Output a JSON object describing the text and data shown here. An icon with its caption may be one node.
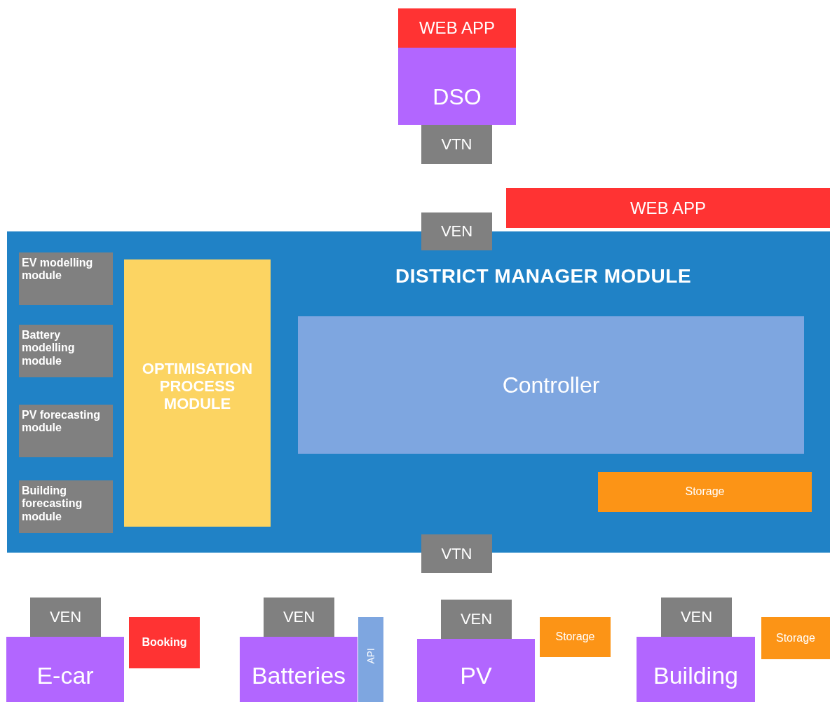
{
  "diagram": {
    "nodes": [
      {
        "text": [
          "WEB APP"
        ]
      },
      {
        "text": [
          "DSO"
        ]
      },
      {
        "text": [
          "VTN"
        ]
      },
      {
        "text": [
          "WEB APP"
        ]
      },
      {
        "text": [
          "VEN"
        ]
      },
      {
        "text": [
          "DISTRICT MANAGER MODULE"
        ]
      },
      {
        "text": [
          "EV modelling module"
        ],
        "in": 5
      },
      {
        "text": [
          "Battery modelling module"
        ],
        "in": 5
      },
      {
        "text": [
          "PV forecasting module"
        ],
        "in": 5
      },
      {
        "text": [
          "Building forecasting module"
        ],
        "in": 5
      },
      {
        "text": [
          "OPTIMISATION PROCESS MODULE"
        ],
        "in": 5
      },
      {
        "text": [
          "Controller"
        ],
        "in": 5
      },
      {
        "text": [
          "Storage"
        ],
        "in": 5
      },
      {
        "text": [
          "VTN"
        ]
      },
      {
        "text": [
          "VEN"
        ]
      },
      {
        "text": [
          "E-car"
        ]
      },
      {
        "text": [
          "Booking"
        ]
      },
      {
        "text": [
          "VEN"
        ]
      },
      {
        "text": [
          "Batteries"
        ]
      },
      {
        "text": [
          "API"
        ]
      },
      {
        "text": [
          "VEN"
        ]
      },
      {
        "text": [
          "PV"
        ]
      },
      {
        "text": [
          "Storage"
        ]
      },
      {
        "text": [
          "VEN"
        ]
      },
      {
        "text": [
          "Building"
        ]
      },
      {
        "text": [
          "Storage"
        ]
      }
    ]
  }
}
